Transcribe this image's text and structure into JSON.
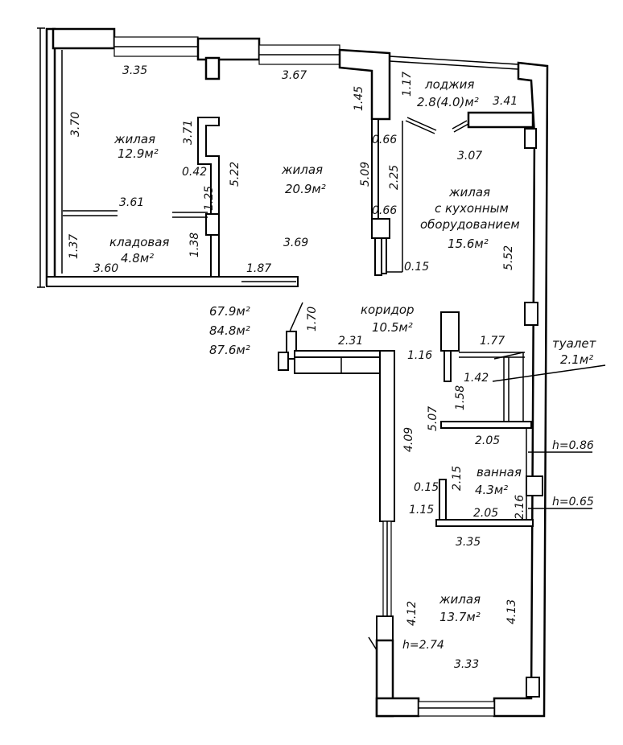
{
  "rooms": {
    "living1": {
      "name": "жилая",
      "area": "12.9м²"
    },
    "living2": {
      "name": "жилая",
      "area": "20.9м²"
    },
    "loggia": {
      "name": "лоджия",
      "area": "2.8(4.0)м²"
    },
    "kitchen": {
      "line1": "жилая",
      "line2": "с кухонным",
      "line3": "оборудованием",
      "area": "15.6м²"
    },
    "storage": {
      "name": "кладовая",
      "area": "4.8м²"
    },
    "corridor": {
      "name": "коридор",
      "area": "10.5м²"
    },
    "toilet": {
      "name": "туалет",
      "area": "2.1м²"
    },
    "bath": {
      "name": "ванная",
      "area": "4.3м²"
    },
    "living3": {
      "name": "жилая",
      "area": "13.7м²"
    }
  },
  "totals": [
    "67.9м²",
    "84.8м²",
    "87.6м²"
  ],
  "heights": {
    "h1": "h=0.86",
    "h2": "h=0.65",
    "h3": "h=2.74"
  },
  "dims": {
    "d335a": "3.35",
    "d367": "3.67",
    "d117": "1.17",
    "d341": "3.41",
    "d370": "3.70",
    "d371": "3.71",
    "d145": "1.45",
    "d066a": "0.66",
    "d307": "3.07",
    "d042": "0.42",
    "d522": "5.22",
    "d509": "5.09",
    "d225": "2.25",
    "d125": "1.25",
    "d361": "3.61",
    "d066b": "0.66",
    "d137": "1.37",
    "d138": "1.38",
    "d369": "3.69",
    "d552": "5.52",
    "d360": "3.60",
    "d187": "1.87",
    "d015a": "0.15",
    "d170": "1.70",
    "d231": "2.31",
    "d177": "1.77",
    "d116": "1.16",
    "d142": "1.42",
    "d158": "1.58",
    "d507": "5.07",
    "d409": "4.09",
    "d205a": "2.05",
    "d215": "2.15",
    "d015b": "0.15",
    "d216": "2.16",
    "d115": "1.15",
    "d205b": "2.05",
    "d335b": "3.35",
    "d412": "4.12",
    "d413": "4.13",
    "d333": "3.33"
  }
}
